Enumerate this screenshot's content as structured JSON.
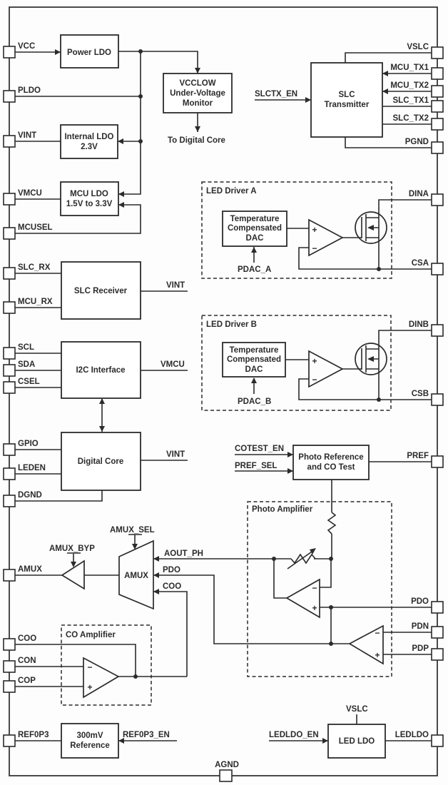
{
  "pins": {
    "left": [
      "VCC",
      "PLDO",
      "VINT",
      "VMCU",
      "MCUSEL",
      "SLC_RX",
      "MCU_RX",
      "SCL",
      "SDA",
      "CSEL",
      "GPIO",
      "LEDEN",
      "DGND",
      "AMUX",
      "COO",
      "CON",
      "COP",
      "REF0P3"
    ],
    "right": [
      "VSLC",
      "MCU_TX1",
      "MCU_TX2",
      "SLC_TX1",
      "SLC_TX2",
      "PGND",
      "DINA",
      "CSA",
      "DINB",
      "CSB",
      "PREF",
      "PDO",
      "PDN",
      "PDP",
      "LEDLDO"
    ],
    "bottom": [
      "AGND"
    ]
  },
  "blocks": {
    "power_ldo": "Power LDO",
    "uv_monitor": [
      "VCCLOW",
      "Under-Voltage",
      "Monitor"
    ],
    "internal_ldo": [
      "Internal LDO",
      "2.3V"
    ],
    "mcu_ldo": [
      "MCU LDO",
      "1.5V to 3.3V"
    ],
    "slc_transmitter": [
      "SLC",
      "Transmitter"
    ],
    "slc_receiver": "SLC Receiver",
    "i2c_interface": "I2C Interface",
    "digital_core": "Digital Core",
    "dac": [
      "Temperature",
      "Compensated",
      "DAC"
    ],
    "photo_reference": [
      "Photo Reference",
      "and CO Test"
    ],
    "amux": "AMUX",
    "reference_300mv": [
      "300mV",
      "Reference"
    ],
    "led_ldo": "LED LDO"
  },
  "groups": {
    "led_driver_a": "LED Driver A",
    "led_driver_b": "LED Driver B",
    "photo_amplifier": "Photo Amplifier",
    "co_amplifier": "CO Amplifier"
  },
  "signals": {
    "to_digital_core": "To Digital Core",
    "slctx_en": "SLCTX_EN",
    "pdac_a": "PDAC_A",
    "pdac_b": "PDAC_B",
    "vint": "VINT",
    "vmcu": "VMCU",
    "cotest_en": "COTEST_EN",
    "pref_sel": "PREF_SEL",
    "amux_sel": "AMUX_SEL",
    "amux_byp": "AMUX_BYP",
    "aout_ph": "AOUT_PH",
    "pdo": "PDO",
    "coo": "COO",
    "ref0p3_en": "REF0P3_EN",
    "ledldo_en": "LEDLDO_EN",
    "vslc": "VSLC"
  },
  "symbols": {
    "plus": "+",
    "minus": "−"
  },
  "colors": {
    "ink": "#2b2b2b",
    "background": "#fdfdfd"
  }
}
